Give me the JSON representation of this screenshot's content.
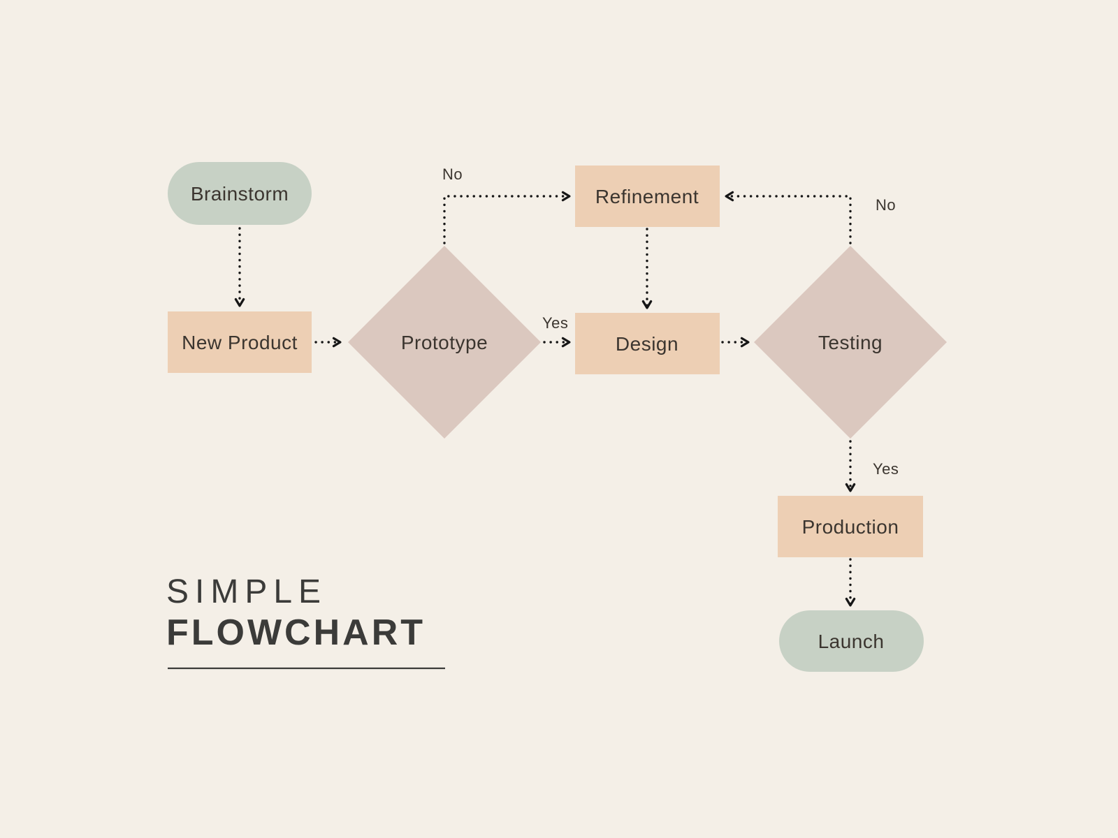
{
  "title": {
    "line1": "SIMPLE",
    "line2": "FLOWCHART"
  },
  "colors": {
    "background": "#f4efe7",
    "terminal_fill": "#c7d1c5",
    "process_fill": "#edcfb4",
    "decision_fill": "#dbc8bf",
    "node_text": "#3b352f",
    "edge_label_text": "#3b352f",
    "connector": "#161616",
    "title_text": "#3b3b39"
  },
  "nodes": [
    {
      "id": "brainstorm",
      "type": "terminal",
      "label": "Brainstorm"
    },
    {
      "id": "new-product",
      "type": "process",
      "label": "New Product"
    },
    {
      "id": "prototype",
      "type": "decision",
      "label": "Prototype"
    },
    {
      "id": "refinement",
      "type": "process",
      "label": "Refinement"
    },
    {
      "id": "design",
      "type": "process",
      "label": "Design"
    },
    {
      "id": "testing",
      "type": "decision",
      "label": "Testing"
    },
    {
      "id": "production",
      "type": "process",
      "label": "Production"
    },
    {
      "id": "launch",
      "type": "terminal",
      "label": "Launch"
    }
  ],
  "edges": [
    {
      "from": "brainstorm",
      "to": "new-product",
      "label": ""
    },
    {
      "from": "new-product",
      "to": "prototype",
      "label": ""
    },
    {
      "from": "prototype",
      "to": "refinement",
      "label": "No"
    },
    {
      "from": "prototype",
      "to": "design",
      "label": "Yes"
    },
    {
      "from": "refinement",
      "to": "design",
      "label": ""
    },
    {
      "from": "design",
      "to": "testing",
      "label": ""
    },
    {
      "from": "testing",
      "to": "refinement",
      "label": "No"
    },
    {
      "from": "testing",
      "to": "production",
      "label": "Yes"
    },
    {
      "from": "production",
      "to": "launch",
      "label": ""
    }
  ]
}
